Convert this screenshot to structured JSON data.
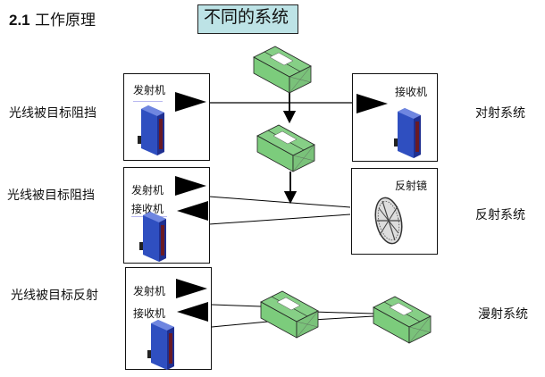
{
  "heading": {
    "number": "2.1",
    "text": "工作原理"
  },
  "title_box": "不同的系统",
  "rows": [
    {
      "left_label": "光线被目标阻挡",
      "right_label": "对射系统",
      "sender_labels": [
        "发射机"
      ],
      "far_label": "接收机"
    },
    {
      "left_label": "光线被目标阻挡",
      "right_label": "反射系统",
      "sender_labels": [
        "发射机",
        "接收机"
      ],
      "far_label": "反射镜"
    },
    {
      "left_label": "光线被目标反射",
      "right_label": "漫射系统",
      "sender_labels": [
        "发射机",
        "接收机"
      ]
    }
  ],
  "icons": {
    "sensor": "photoelectric-sensor-icon",
    "box": "package-box-icon",
    "reflector": "reflector-icon",
    "emit": "triangle-right-icon",
    "receive": "triangle-left-icon"
  },
  "colors": {
    "title_box_bg": "#bde3e6",
    "box_green": "#7ccc7c",
    "sensor_blue": "#2f4fc0",
    "sensor_lens": "#6a1a24"
  }
}
